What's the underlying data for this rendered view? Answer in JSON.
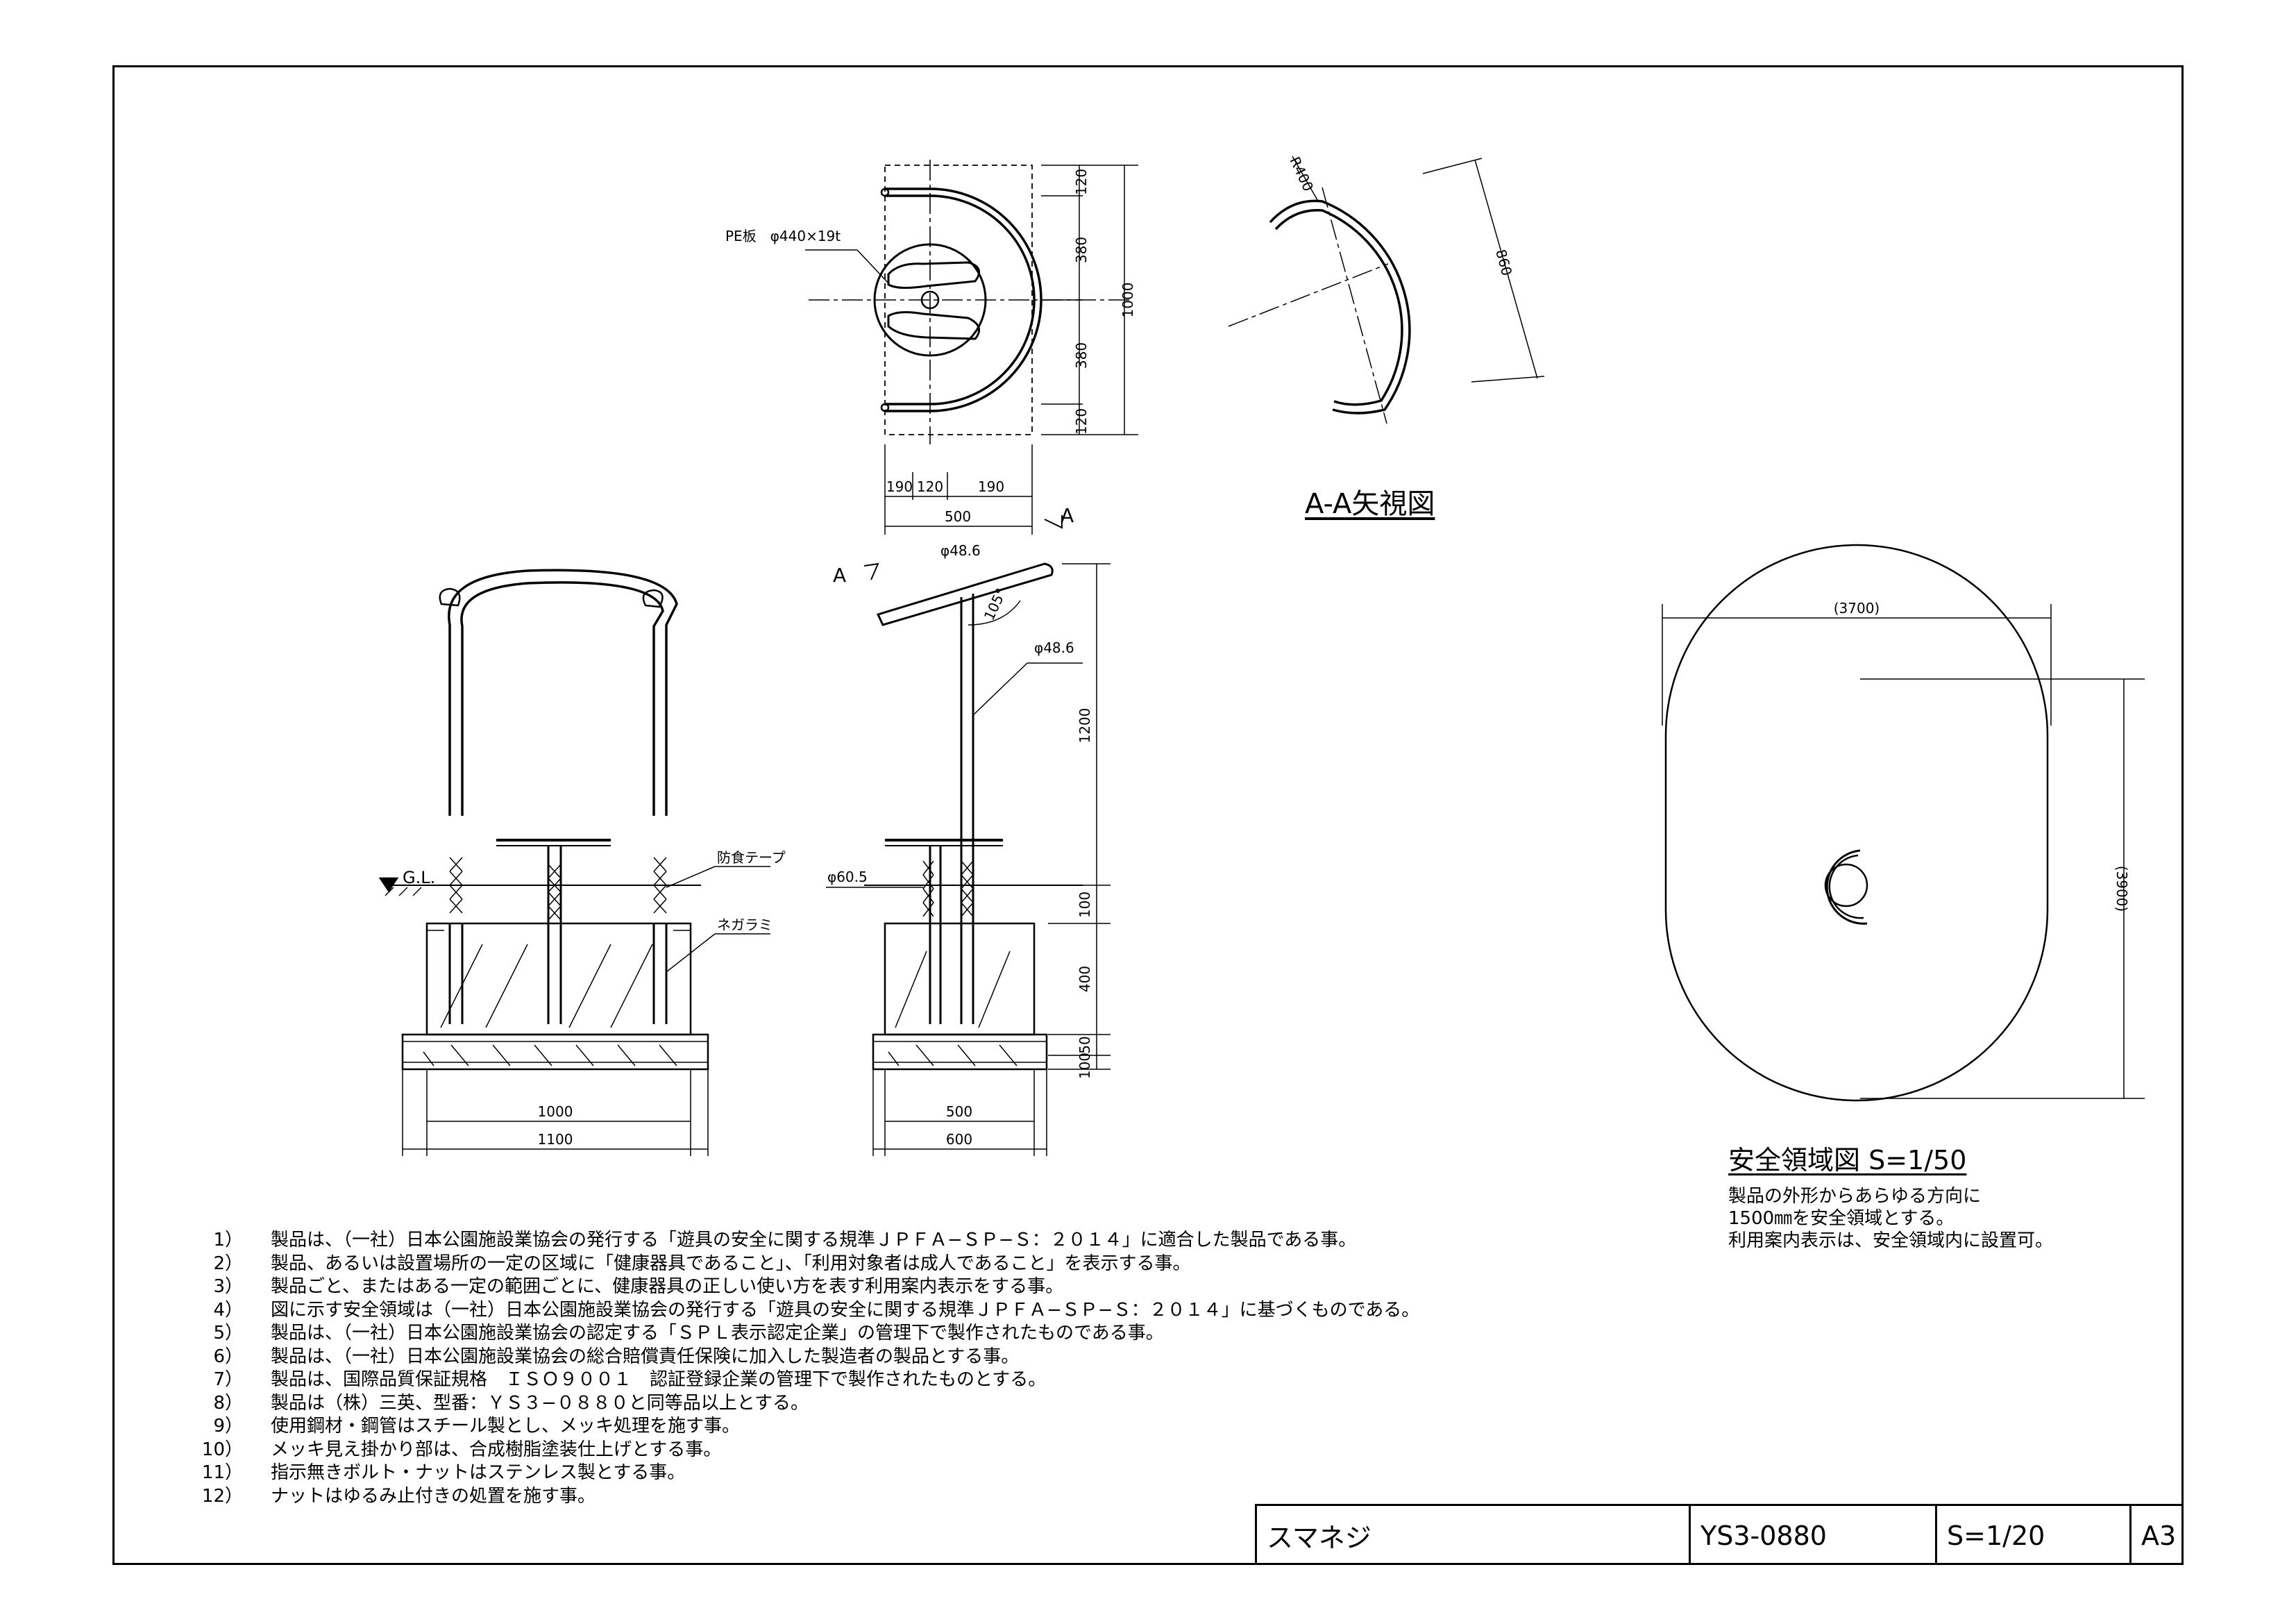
{
  "views": {
    "aa_title": "A-A矢視図",
    "section_a_top": "A",
    "section_a_side": "A",
    "radius_label": "R400",
    "aa_dim": "860"
  },
  "top_view": {
    "pe_label": "PE板　φ440×19t",
    "dims_right": [
      "120",
      "380",
      "380",
      "120"
    ],
    "dim_total": "1000",
    "dims_bottom": [
      "190",
      "120",
      "190"
    ],
    "dim_width": "500"
  },
  "front_view": {
    "gl_label": "G.L.",
    "tape_label": "防食テープ",
    "root_label": "ネガラミ",
    "dim_inner": "1000",
    "dim_outer": "1100"
  },
  "side_view": {
    "pipe_top": "φ48.6",
    "pipe_mid": "φ48.6",
    "angle": "105°",
    "post_dia": "φ60.5",
    "dims_vertical": [
      "1200",
      "100",
      "400",
      "50",
      "100"
    ],
    "dim_inner": "500",
    "dim_outer": "600"
  },
  "safety_area": {
    "width": "(3700)",
    "height": "(3900)",
    "title": "安全領域図 S=1/50",
    "lines": [
      "製品の外形からあらゆる方向に",
      "1500㎜を安全領域とする。",
      "利用案内表示は、安全領域内に設置可。"
    ]
  },
  "notes": [
    {
      "num": "1）",
      "text": "製品は、（一社）日本公園施設業協会の発行する「遊具の安全に関する規準ＪＰＦＡ−ＳＰ−Ｓ：２０１４」に適合した製品である事。"
    },
    {
      "num": "2）",
      "text": "製品、あるいは設置場所の一定の区域に「健康器具であること」、「利用対象者は成人であること」を表示する事。"
    },
    {
      "num": "3）",
      "text": "製品ごと、またはある一定の範囲ごとに、健康器具の正しい使い方を表す利用案内表示をする事。"
    },
    {
      "num": "4）",
      "text": "図に示す安全領域は（一社）日本公園施設業協会の発行する「遊具の安全に関する規準ＪＰＦＡ−ＳＰ−Ｓ：２０１４」に基づくものである。"
    },
    {
      "num": "5）",
      "text": "製品は、（一社）日本公園施設業協会の認定する「ＳＰＬ表示認定企業」の管理下で製作されたものである事。"
    },
    {
      "num": "6）",
      "text": "製品は、（一社）日本公園施設業協会の総合賠償責任保険に加入した製造者の製品とする事。"
    },
    {
      "num": "7）",
      "text": "製品は、国際品質保証規格　ＩＳＯ９００１　認証登録企業の管理下で製作されたものとする。"
    },
    {
      "num": "8）",
      "text": "製品は（株）三英、型番：ＹＳ３−０８８０と同等品以上とする。"
    },
    {
      "num": "9）",
      "text": "使用鋼材・鋼管はスチール製とし、メッキ処理を施す事。"
    },
    {
      "num": "10）",
      "text": "メッキ見え掛かり部は、合成樹脂塗装仕上げとする事。"
    },
    {
      "num": "11）",
      "text": "指示無きボルト・ナットはステンレス製とする事。"
    },
    {
      "num": "12）",
      "text": "ナットはゆるみ止付きの処置を施す事。"
    }
  ],
  "title_block": {
    "name": "スマネジ",
    "model": "YS3-0880",
    "scale": "S=1/20",
    "size": "A3"
  }
}
